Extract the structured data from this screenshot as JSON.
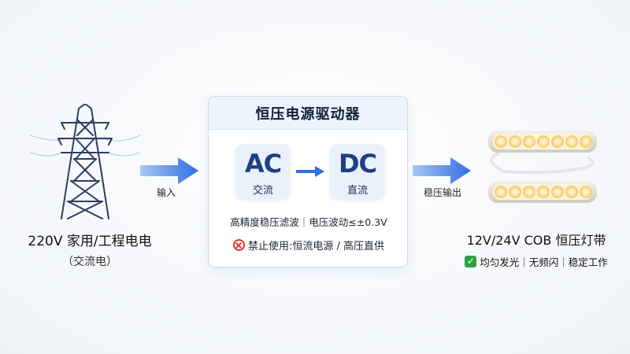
{
  "source": {
    "title": "220V 家用/工程电电",
    "subtitle": "（交流电）"
  },
  "arrows": {
    "input_label": "输入",
    "output_label": "稳压输出"
  },
  "driver": {
    "title": "恒压电源驱动器",
    "ac": {
      "big": "AC",
      "small": "交流"
    },
    "dc": {
      "big": "DC",
      "small": "直流"
    },
    "spec": "高精度稳压滤波｜电压波动≤±0.3V",
    "warning": "禁止使用:恒流电源 / 高压直供",
    "warning_icon": "prohibited-icon"
  },
  "output": {
    "title": "12V/24V COB 恒压灯带",
    "features": "均匀发光｜无频闪｜稳定工作",
    "check_icon": "check-icon"
  },
  "colors": {
    "accent_blue": "#2f6fe0",
    "card_border": "#c9daf2",
    "warning_red": "#e0322c",
    "check_green": "#2ea043",
    "led_glow": "#ffd98a"
  }
}
